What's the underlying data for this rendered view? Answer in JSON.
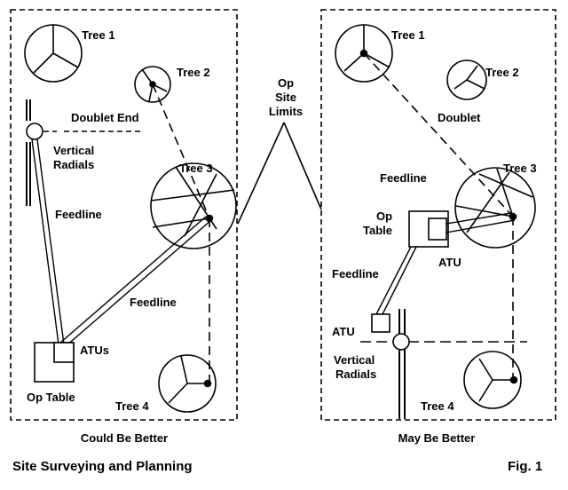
{
  "labels": {
    "left": {
      "tree1": "Tree 1",
      "tree2": "Tree 2",
      "tree3": "Tree 3",
      "tree4": "Tree 4",
      "doublet_end": "Doublet End",
      "vertical": "Vertical",
      "radials": "Radials",
      "feedline_upper": "Feedline",
      "feedline_lower": "Feedline",
      "atus": "ATUs",
      "op_table": "Op Table"
    },
    "right": {
      "tree1": "Tree 1",
      "tree2": "Tree 2",
      "tree3": "Tree 3",
      "tree4": "Tree 4",
      "doublet": "Doublet",
      "feedline_upper": "Feedline",
      "op": "Op",
      "table": "Table",
      "atu_upper": "ATU",
      "feedline_lower": "Feedline",
      "atu_lower": "ATU",
      "vertical": "Vertical",
      "radials": "Radials"
    },
    "middle": {
      "op": "Op",
      "site": "Site",
      "limits": "Limits"
    }
  },
  "captions": {
    "left": "Could Be Better",
    "right": "May Be Better",
    "title": "Site Surveying and Planning",
    "fig": "Fig. 1"
  }
}
